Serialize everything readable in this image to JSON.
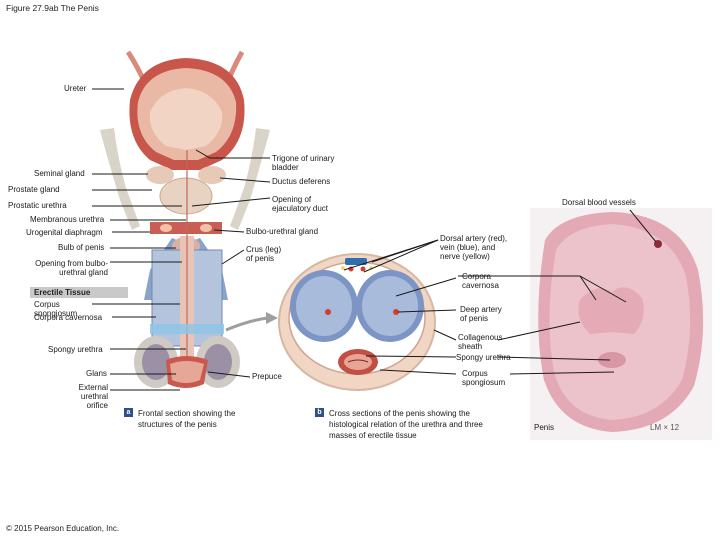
{
  "figure": {
    "title": "Figure 27.9ab The Penis",
    "copyright": "© 2015 Pearson Education, Inc."
  },
  "panel_a": {
    "letter": "a",
    "caption": "Frontal section showing the structures of the penis",
    "labels": {
      "ureter": "Ureter",
      "seminal_gland": "Seminal gland",
      "prostate_gland": "Prostate gland",
      "prostatic_urethra": "Prostatic urethra",
      "membranous_urethra": "Membranous urethra",
      "urogenital_diaphragm": "Urogenital diaphragm",
      "bulb_of_penis": "Bulb of penis",
      "opening_bulbo": "Opening from bulbo-urethral gland",
      "erectile_tissue": "Erectile Tissue",
      "corpus_spongiosum": "Corpus spongiosum",
      "corpora_cavernosa": "Corpora cavernosa",
      "spongy_urethra": "Spongy urethra",
      "glans": "Glans",
      "external_orifice": "External urethral orifice",
      "trigone": "Trigone of urinary bladder",
      "ductus_deferens": "Ductus deferens",
      "opening_ejaculatory": "Opening of ejaculatory duct",
      "bulbo_urethral_gland": "Bulbo-urethral gland",
      "crus": "Crus (leg) of penis",
      "prepuce": "Prepuce"
    }
  },
  "panel_b": {
    "letter": "b",
    "caption": "Cross sections of the penis showing the histological relation of the urethra and three masses of erectile tissue",
    "labels": {
      "dorsal_artery": "Dorsal artery (red), vein (blue), and nerve (yellow)",
      "corpora_cavernosa": "Corpora cavernosa",
      "deep_artery": "Deep artery of penis",
      "collagenous_sheath": "Collagenous sheath",
      "spongy_urethra": "Spongy urethra",
      "corpus_spongiosum": "Corpus spongiosum"
    }
  },
  "micrograph": {
    "dorsal_vessels": "Dorsal blood vessels",
    "caption": "Penis",
    "magnification": "LM × 12"
  }
}
